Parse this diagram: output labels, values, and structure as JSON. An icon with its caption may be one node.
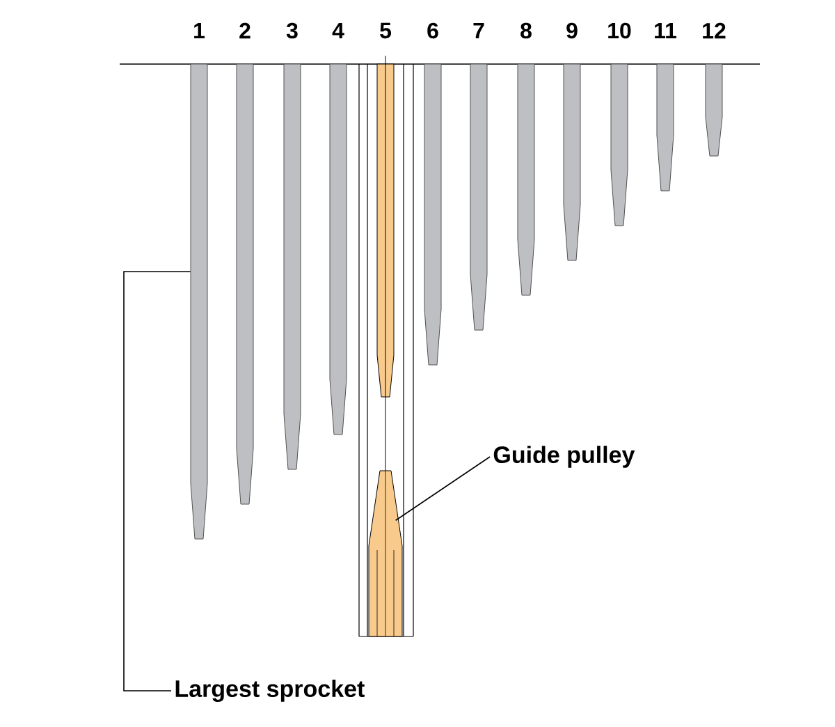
{
  "diagram": {
    "nodes": [
      {
        "text": [
          "Guide pulley"
        ]
      },
      {
        "text": [],
        "shape": "bar"
      },
      {
        "text": [
          "Largest sprocket"
        ]
      },
      {
        "text": [],
        "shape": "bar"
      }
    ],
    "edges": [
      {
        "from": 0,
        "to": 1,
        "arrow": "none"
      },
      {
        "from": 2,
        "to": 3,
        "arrow": "none"
      }
    ],
    "labels": [
      "1",
      "2",
      "3",
      "4",
      "5",
      "6",
      "7",
      "8",
      "9",
      "10",
      "11",
      "12"
    ]
  }
}
